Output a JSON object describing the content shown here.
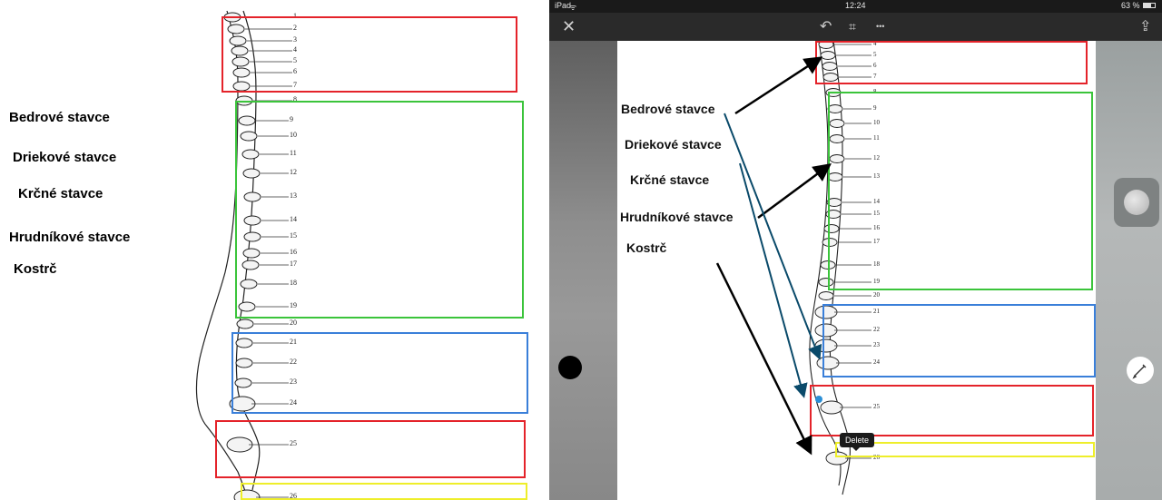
{
  "labels": {
    "bedrove": "Bedrové stavce",
    "driekove": "Driekové stavce",
    "krcne": "Krčné stavce",
    "hrudnikove": "Hrudníkové stavce",
    "kostrc": "Kostrč"
  },
  "vertebra_numbers": [
    "1",
    "2",
    "3",
    "4",
    "5",
    "6",
    "7",
    "8",
    "9",
    "10",
    "11",
    "12",
    "13",
    "14",
    "15",
    "16",
    "17",
    "18",
    "19",
    "20",
    "21",
    "22",
    "23",
    "24",
    "25",
    "26"
  ],
  "ipad": {
    "status": {
      "device": "iPad",
      "time": "12:24",
      "battery": "63 %"
    },
    "toolbar": {
      "close": "✕",
      "undo": "↶",
      "crop": "⌗",
      "more": "•••",
      "share": "⇪"
    },
    "doc_numbers_top": [
      "4",
      "5",
      "6",
      "7",
      "8",
      "9",
      "10",
      "11",
      "12",
      "13",
      "14",
      "15",
      "16",
      "17",
      "18",
      "19",
      "20",
      "21",
      "22",
      "23",
      "24",
      "25",
      "26"
    ],
    "tooltip": "Delete"
  },
  "colors": {
    "red": "#e4232a",
    "green": "#3bc43b",
    "blue": "#3a7fd9",
    "yellow": "#eeee2a"
  }
}
